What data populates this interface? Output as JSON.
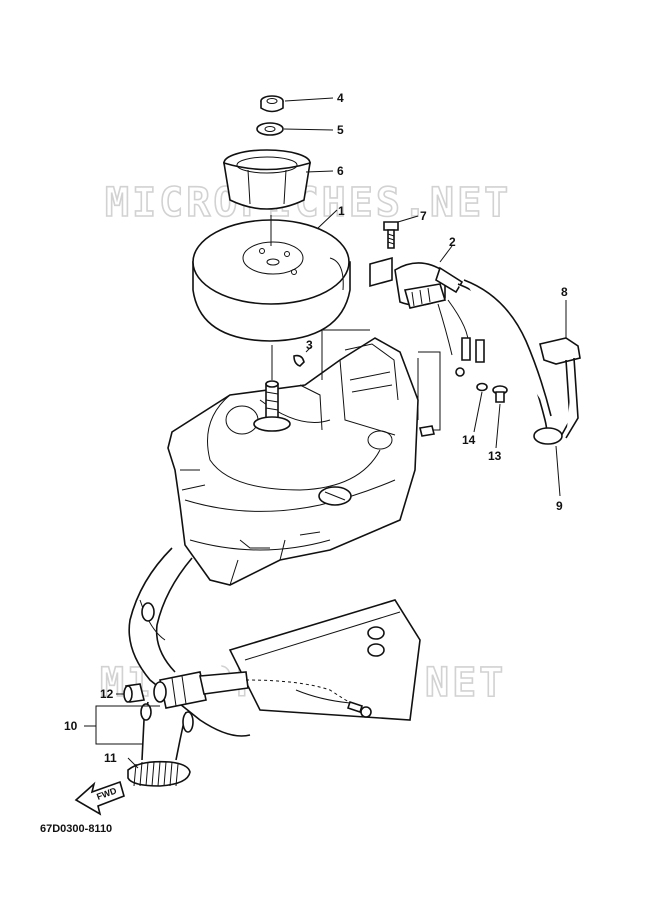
{
  "watermarks": [
    "MICROFICHES.NET",
    "MICROFICHES.NET"
  ],
  "callouts": [
    {
      "id": "c1",
      "label": "1"
    },
    {
      "id": "c2",
      "label": "2"
    },
    {
      "id": "c3",
      "label": "3"
    },
    {
      "id": "c4",
      "label": "4"
    },
    {
      "id": "c5",
      "label": "5"
    },
    {
      "id": "c6",
      "label": "6"
    },
    {
      "id": "c7",
      "label": "7"
    },
    {
      "id": "c8",
      "label": "8"
    },
    {
      "id": "c9",
      "label": "9"
    },
    {
      "id": "c10",
      "label": "10"
    },
    {
      "id": "c11",
      "label": "11"
    },
    {
      "id": "c12",
      "label": "12"
    },
    {
      "id": "c13",
      "label": "13"
    },
    {
      "id": "c14",
      "label": "14"
    }
  ],
  "fwd_label": "FWD",
  "diagram_code": "67D0300-8110"
}
